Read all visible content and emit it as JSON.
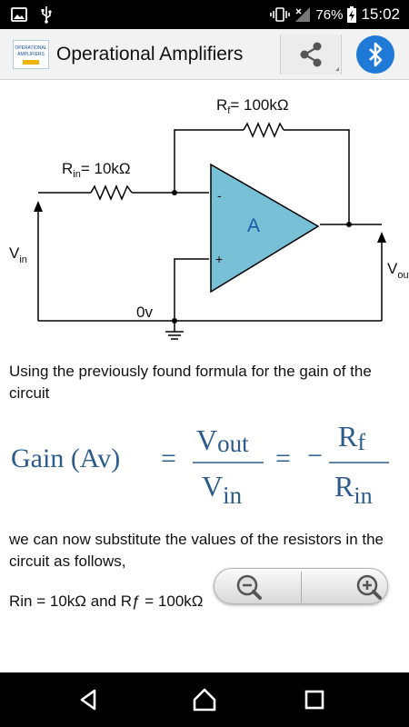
{
  "status": {
    "battery": "76%",
    "time": "15:02"
  },
  "appbar": {
    "title": "Operational Amplifiers",
    "logo_text_1": "OPERATIONAL",
    "logo_text_2": "AMPLIFIERS"
  },
  "circuit": {
    "rf_label": "R",
    "rf_sub": "f",
    "rf_value": "= 100kΩ",
    "rin_label": "R",
    "rin_sub": "in",
    "rin_value": "= 10kΩ",
    "vin_label": "V",
    "vin_sub": "in",
    "vout_label": "V",
    "vout_sub": "out",
    "amp_label": "A",
    "minus": "-",
    "plus": "+",
    "ground_label": "0v"
  },
  "text": {
    "para1": "Using the previously found formula for the gain of the circuit",
    "para2": "we can now substitute the values of the resistors in the circuit as follows,",
    "para3": "Rin = 10kΩ  and  Rƒ = 100kΩ"
  },
  "formula": {
    "lhs": "Gain (Av)",
    "eq": "=",
    "v": "V",
    "out": "out",
    "in": "in",
    "neg": "−",
    "r": "R",
    "f": "f"
  }
}
